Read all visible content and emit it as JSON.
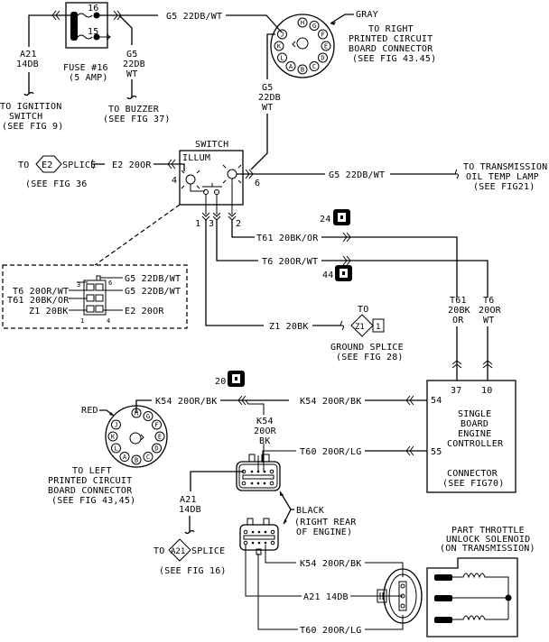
{
  "diagram": {
    "fuse": {
      "title": "FUSE #16",
      "rating": "(5 AMP)",
      "terminal_top": "16",
      "terminal_bottom": "15"
    },
    "left_wire_a21": {
      "line1": "A21",
      "line2": "14DB"
    },
    "to_ignition": {
      "line1": "TO IGNITION",
      "line2": "SWITCH",
      "line3": "(SEE FIG 9)"
    },
    "buzzer_wire": {
      "line1": "G5",
      "line2": "22DB",
      "line3": "WT"
    },
    "to_buzzer": {
      "line1": "TO BUZZER",
      "line2": "(SEE FIG 37)"
    },
    "top_wire_label": "G5 22DB/WT",
    "gray_label": "GRAY",
    "right_pcb": {
      "line1": "TO RIGHT",
      "line2": "PRINTED CIRCUIT",
      "line3": "BOARD CONNECTOR",
      "line4": "(SEE FIG 43.45)"
    },
    "pcb_pins_right": [
      "H",
      "G",
      "F",
      "E",
      "D",
      "C",
      "B",
      "A",
      "L",
      "K",
      "J"
    ],
    "vertical_g5": {
      "line1": "G5",
      "line2": "22DB",
      "line3": "WT"
    },
    "switch": {
      "title": "SWITCH",
      "illum": "ILLUM",
      "pin_left": "4",
      "pin_right": "6",
      "pins_bottom": [
        "1",
        "3",
        "2"
      ]
    },
    "e2_splice": {
      "to": "TO",
      "code": "E2",
      "splice": "SPLICE",
      "see": "(SEE FIG 36",
      "wire": "E2 20OR"
    },
    "g5_trans_wire": "G5 22DB/WT",
    "to_transmission": {
      "line1": "TO TRANSMISSION",
      "line2": "OIL TEMP LAMP",
      "line3": "(SEE FIG21)"
    },
    "connector_24": "24",
    "connector_44": "44",
    "connector_20": "20",
    "t61_wire": "T61 20BK/OR",
    "t6_wire": "T6 20OR/WT",
    "z1_wire": "Z1 20BK",
    "ground_splice": {
      "to": "TO",
      "code": "Z1",
      "pin": "1",
      "line1": "GROUND SPLICE",
      "line2": "(SEE FIG 28)"
    },
    "t61_vertical": {
      "line1": "T61",
      "line2": "20BK",
      "line3": "OR"
    },
    "t6_vertical": {
      "line1": "T6",
      "line2": "20OR",
      "line3": "WT"
    },
    "detail_box": {
      "pin3": "3",
      "pin6": "6",
      "pin1": "1",
      "pin4": "4",
      "left_labels": [
        "T6 20OR/WT",
        "T61 20BK/OR",
        "Z1 20BK"
      ],
      "right_labels": [
        "G5 22DB/WT",
        "G5 22DB/WT",
        "E2 20OR"
      ]
    },
    "sbec": {
      "pin37": "37",
      "pin10": "10",
      "pin54": "54",
      "pin55": "55",
      "line1": "SINGLE",
      "line2": "BOARD",
      "line3": "ENGINE",
      "line4": "CONTROLLER",
      "line5": "CONNECTOR",
      "line6": "(SEE FIG70)"
    },
    "k54_wire_top": "K54 20OR/BK",
    "k54_vertical": {
      "line1": "K54",
      "line2": "20OR",
      "line3": "BK"
    },
    "t60_wire_top": "T60 20OR/LG",
    "red_label": "RED",
    "pcb_pins_left": [
      "H",
      "G",
      "F",
      "E",
      "D",
      "C",
      "B",
      "A",
      "L",
      "K",
      "J"
    ],
    "left_pcb": {
      "line1": "TO LEFT",
      "line2": "PRINTED CIRCUIT",
      "line3": "BOARD CONNECTOR",
      "line4": "(SEE FIG 43,45)"
    },
    "a21_lower": {
      "line1": "A21",
      "line2": "14DB"
    },
    "a21_splice": {
      "to": "TO",
      "code": "A21",
      "splice": "SPLICE",
      "see": "(SEE FIG 16)"
    },
    "black_label": {
      "line1": "BLACK",
      "line2": "(RIGHT REAR",
      "line3": "OF ENGINE)"
    },
    "k54_wire_bottom": "K54 20OR/BK",
    "a21_wire_bottom": "A21 14DB",
    "t60_wire_bottom": "T60 20OR/LG",
    "solenoid": {
      "line1": "PART THROTTLE",
      "line2": "UNLOCK SOLENOID",
      "line3": "(ON TRANSMISSION)"
    }
  }
}
